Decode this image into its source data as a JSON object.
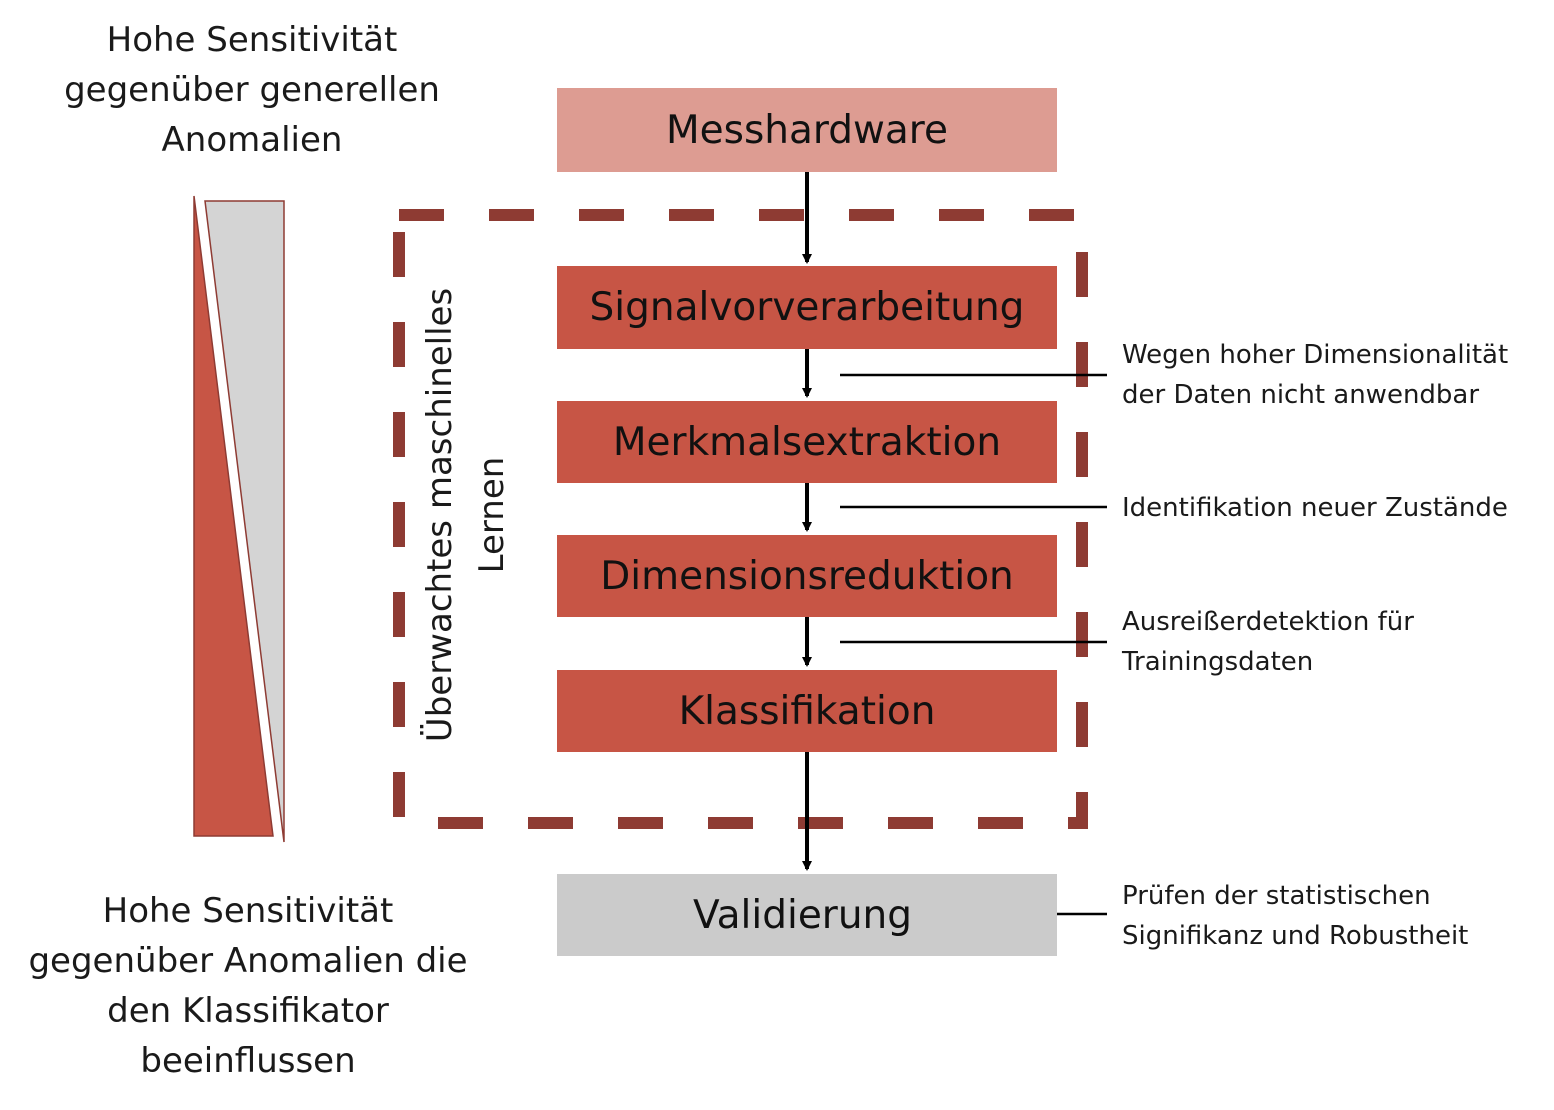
{
  "top_caption": [
    "Hohe Sensitivität",
    "gegenüber generellen",
    "Anomalien"
  ],
  "bottom_caption": [
    "Hohe Sensitivität",
    "gegenüber Anomalien die",
    "den Klassifikator",
    "beeinflussen"
  ],
  "ml_region_label": [
    "Überwachtes maschinelles",
    "Lernen"
  ],
  "steps": {
    "messhardware": "Messhardware",
    "signalvorverarbeitung": "Signalvorverarbeitung",
    "merkmalsextraktion": "Merkmalsextraktion",
    "dimensionsreduktion": "Dimensionsreduktion",
    "klassifikation": "Klassifikation",
    "validierung": "Validierung"
  },
  "notes": {
    "dimensionality": [
      "Wegen hoher Dimensionalität",
      "der Daten nicht anwendbar"
    ],
    "new_states": [
      "Identifikation neuer Zustände"
    ],
    "outliers": [
      "Ausreißerdetektion für",
      "Trainingsdaten"
    ],
    "significance": [
      "Prüfen der statistischen",
      "Signifikanz und Robustheit"
    ]
  },
  "colors": {
    "step_red": "#c75545",
    "step_pink": "#dd9c92",
    "step_grey": "#cbcbcb",
    "dashed_frame": "#8e3b33",
    "wedge_red": "#c75545",
    "wedge_grey": "#d4d4d4",
    "arrow": "#000000"
  }
}
